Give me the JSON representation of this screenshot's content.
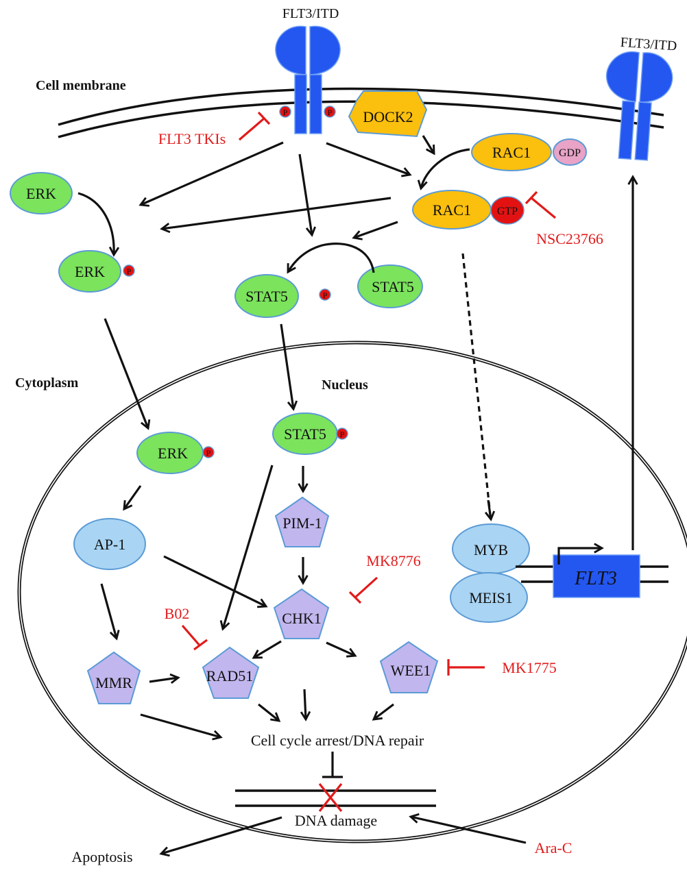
{
  "figure": {
    "type": "signaling-pathway-diagram",
    "compartments": {
      "membrane": "Cell membrane",
      "cytoplasm": "Cytoplasm",
      "nucleus": "Nucleus"
    },
    "receptors": [
      {
        "id": "receptor-main",
        "label": "FLT3/ITD"
      },
      {
        "id": "receptor-right",
        "label": "FLT3/ITD"
      }
    ],
    "phospho_label": "P",
    "nodes": {
      "dock2": "DOCK2",
      "rac1_gdp": "RAC1",
      "gdp": "GDP",
      "rac1_gtp": "RAC1",
      "gtp": "GTP",
      "erk_inactive": "ERK",
      "erk_p_cyto": "ERK",
      "stat5_p_cyto": "STAT5",
      "stat5_inactive": "STAT5",
      "erk_p_nuc": "ERK",
      "stat5_p_nuc": "STAT5",
      "ap1": "AP-1",
      "pim1": "PIM-1",
      "chk1": "CHK1",
      "mmr": "MMR",
      "rad51": "RAD51",
      "wee1": "WEE1",
      "myb": "MYB",
      "meis1": "MEIS1",
      "flt3_gene": "FLT3"
    },
    "outcomes": {
      "cell_cycle": "Cell cycle arrest/DNA repair",
      "dna_damage": "DNA damage",
      "apoptosis": "Apoptosis"
    },
    "inhibitors": {
      "flt3_tkis": "FLT3 TKIs",
      "nsc23766": "NSC23766",
      "mk8776": "MK8776",
      "b02": "B02",
      "mk1775": "MK1775",
      "arac": "Ara-C"
    },
    "colors": {
      "receptor": "#2457f0",
      "erk_stat5": "#7be35c",
      "rac1_dock2": "#fbbf0e",
      "gdp": "#e8a3c7",
      "gtp_phospho": "#e31212",
      "ap1_myb_meis1": "#a9d4f3",
      "kinases": "#c2b6ee",
      "inhibitor_text": "#e21a1a"
    }
  }
}
